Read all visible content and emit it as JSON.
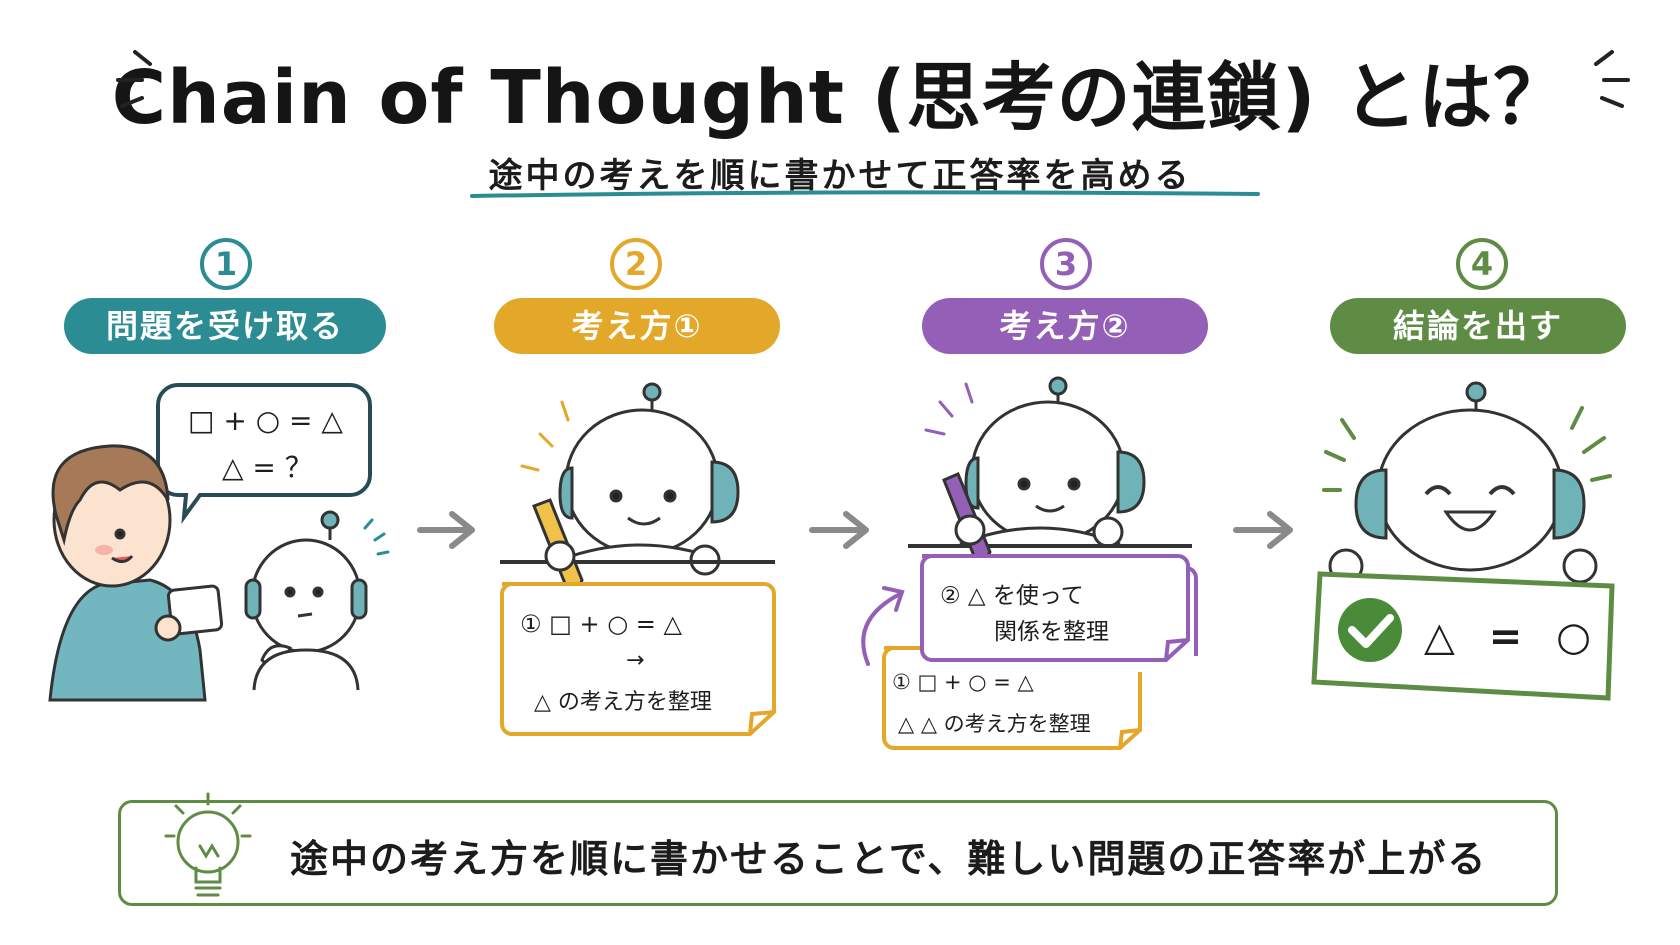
{
  "header": {
    "title": "Chain of Thought (思考の連鎖) とは？",
    "subtitle": "途中の考えを順に書かせて正答率を高める"
  },
  "steps": [
    {
      "number": "1",
      "label": "問題を受け取る",
      "bubble": [
        "□ + ○ = △",
        "△ = ？"
      ]
    },
    {
      "number": "2",
      "label": "考え方①",
      "note": [
        "① □ + ○ = △",
        "→",
        "△ の考え方を整理"
      ]
    },
    {
      "number": "3",
      "label": "考え方②",
      "note_front": [
        "② △ を使って",
        "関係を整理"
      ],
      "note_back": [
        "① □ + ○ = △",
        "△ △ の考え方を整理"
      ]
    },
    {
      "number": "4",
      "label": "結論を出す",
      "result": "△ = ○"
    }
  ],
  "summary": {
    "text": "途中の考え方を順に書かせることで、難しい問題の正答率が上がる"
  },
  "colors": {
    "step1": "#2b8d93",
    "step2": "#e3a82a",
    "step3": "#9460b7",
    "step4": "#5f8c44",
    "arrow": "#8a8a8a"
  },
  "icons": [
    "arrow-right-icon",
    "pencil-icon",
    "checkmark-icon",
    "lightbulb-icon",
    "curved-arrow-icon"
  ]
}
